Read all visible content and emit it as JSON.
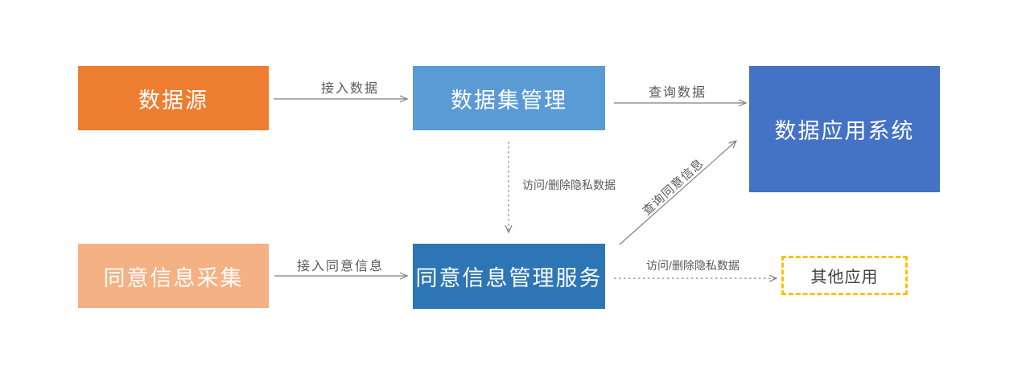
{
  "diagram": {
    "nodes": [
      {
        "id": "data-source",
        "label": "数据源",
        "fill": "#ED7D31",
        "text_color": "#FFFFFF"
      },
      {
        "id": "dataset-management",
        "label": "数据集管理",
        "fill": "#5B9BD5",
        "text_color": "#FFFFFF"
      },
      {
        "id": "data-application-system",
        "label": "数据应用系统",
        "fill": "#4472C4",
        "text_color": "#FFFFFF"
      },
      {
        "id": "consent-info-collection",
        "label": "同意信息采集",
        "fill": "#F4B183",
        "text_color": "#FFFFFF"
      },
      {
        "id": "consent-info-management-service",
        "label": "同意信息管理服务",
        "fill": "#2E75B6",
        "text_color": "#FFFFFF"
      },
      {
        "id": "other-applications",
        "label": "其他应用",
        "fill": "#FFFFFF",
        "border_color": "#FFC000",
        "text_color": "#404040"
      }
    ],
    "edges": [
      {
        "from": "data-source",
        "to": "dataset-management",
        "label": "接入数据",
        "style": "solid"
      },
      {
        "from": "dataset-management",
        "to": "data-application-system",
        "label": "查询数据",
        "style": "solid"
      },
      {
        "from": "dataset-management",
        "to": "consent-info-management-service",
        "label": "访问/删除隐私数据",
        "style": "dashed"
      },
      {
        "from": "consent-info-management-service",
        "to": "data-application-system",
        "label": "查询同意信息",
        "style": "solid"
      },
      {
        "from": "consent-info-collection",
        "to": "consent-info-management-service",
        "label": "接入同意信息",
        "style": "solid"
      },
      {
        "from": "consent-info-management-service",
        "to": "other-applications",
        "label": "访问/删除隐私数据",
        "style": "dashed"
      }
    ],
    "colors": {
      "edge_line": "#7F7F7F",
      "edge_label": "#595959",
      "background": "#FFFFFF",
      "dashed_box_border": "#FFC000"
    }
  }
}
